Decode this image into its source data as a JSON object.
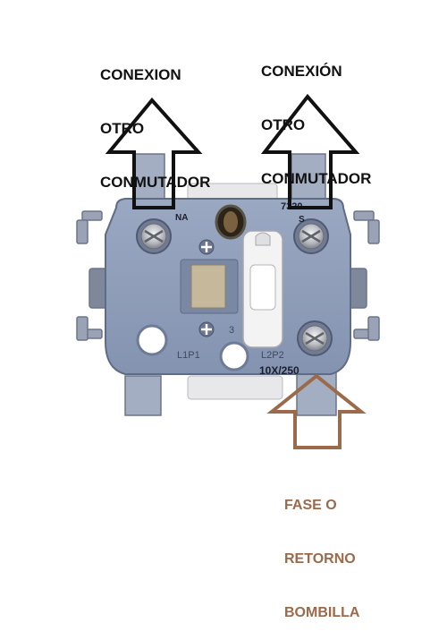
{
  "labels": {
    "left_connection": [
      "CONEXION",
      "OTRO",
      "CONMUTADOR"
    ],
    "right_connection": [
      "CONEXIÓN",
      "OTRO",
      "CONMUTADOR"
    ],
    "phase_return": [
      "FASE O",
      "RETORNO",
      "BOMBILLA"
    ]
  },
  "device_markings": {
    "model": "7320",
    "terminal_left": "NA",
    "terminal_right": "S",
    "left_pos": "L1P1",
    "right_pos": "L2P2",
    "rating": "10X/250",
    "center_number": "3"
  },
  "colors": {
    "device_body": "#8f9db8",
    "device_dark": "#6d7b96",
    "arrow_black": "#111111",
    "arrow_brown": "#9b6a4a",
    "label_black": "#111111",
    "label_brown": "#9b6a4a"
  }
}
